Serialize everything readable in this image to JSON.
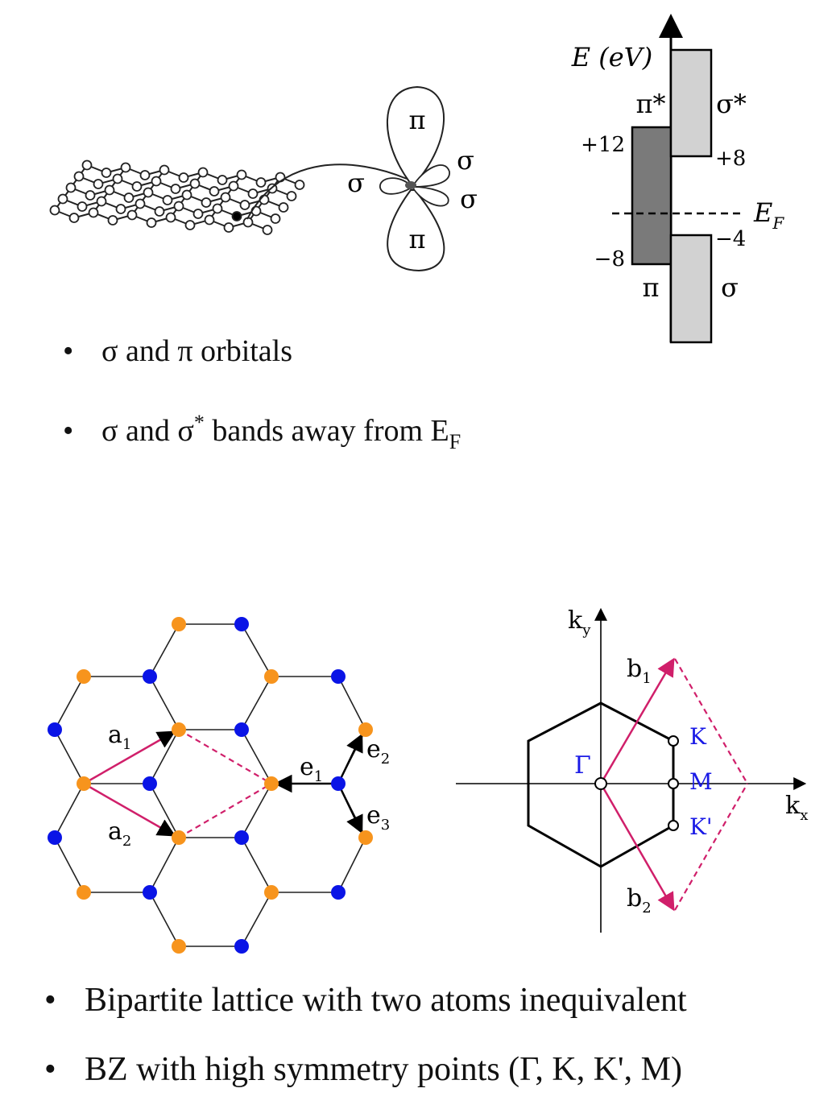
{
  "orbital_figure": {
    "pi_top": "π",
    "pi_bottom": "π",
    "sigma_left": "σ",
    "sigma_right_upper": "σ",
    "sigma_right_lower": "σ"
  },
  "band_diagram": {
    "axis_label": "E (eV)",
    "pi_star": "π*",
    "sigma_star": "σ*",
    "pi": "π",
    "sigma": "σ",
    "fermi_label": "E",
    "fermi_sub": "F",
    "levels": {
      "plus12": "+12",
      "plus8": "+8",
      "minus8": "−8",
      "minus4": "−4"
    },
    "colors": {
      "pi_band": "#7a7a7a",
      "sigma_band": "#d2d2d2"
    }
  },
  "bullets_top": [
    {
      "pre": "σ and π orbitals"
    },
    {
      "pre": "σ and  σ",
      "sup": "*",
      "mid": " bands away from E",
      "sub": "F"
    }
  ],
  "lattice": {
    "a1": "a",
    "a1_sub": "1",
    "a2": "a",
    "a2_sub": "2",
    "e1": "e",
    "e1_sub": "1",
    "e2": "e",
    "e2_sub": "2",
    "e3": "e",
    "e3_sub": "3",
    "colors": {
      "sublattice_A": "#f7941d",
      "sublattice_B": "#0a14e6",
      "vector": "#d01f6a"
    }
  },
  "brillouin_zone": {
    "ky": "k",
    "ky_sub": "y",
    "kx": "k",
    "kx_sub": "x",
    "b1": "b",
    "b1_sub": "1",
    "b2": "b",
    "b2_sub": "2",
    "gamma": "Γ",
    "K": "K",
    "M": "M",
    "Kprime": "K'",
    "colors": {
      "labels": "#1a1ae6",
      "vector": "#d01f6a"
    }
  },
  "bullets_bottom": [
    "Bipartite lattice with two atoms inequivalent",
    "BZ with high symmetry points  (Γ, K, K', M)"
  ]
}
